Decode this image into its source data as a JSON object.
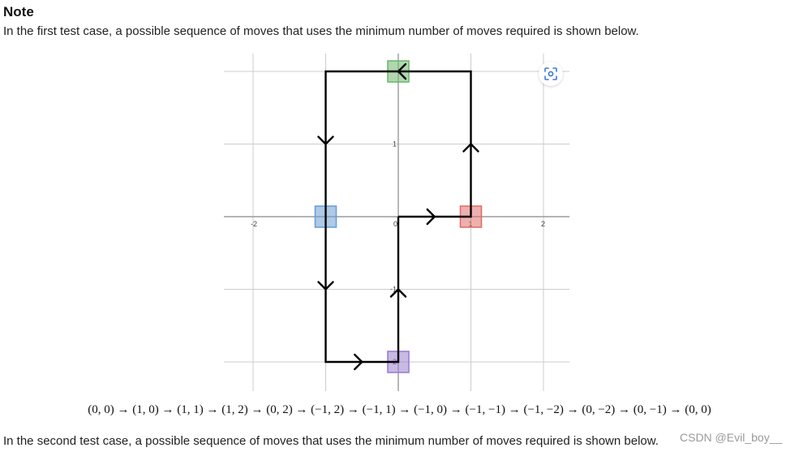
{
  "heading": "Note",
  "intro_text": "In the first test case, a possible sequence of moves that uses the minimum number of moves required is shown below.",
  "outro_text": "In the second test case, a possible sequence of moves that uses the minimum number of moves required is shown below.",
  "watermark": "CSDN @Evil_boy__",
  "sequence_text": "(0, 0) → (1, 0) → (1, 1) → (1, 2) → (0, 2) → (−1, 2) → (−1, 1) → (−1, 0) → (−1, −1) → (−1, −2) → (0, −2) → (0, −1) → (0, 0)",
  "diagram": {
    "tick_labels": {
      "x": [
        "-2",
        "0",
        "1",
        "2"
      ],
      "y": [
        "1",
        "-1",
        "-2"
      ]
    },
    "path": [
      [
        0,
        0
      ],
      [
        1,
        0
      ],
      [
        1,
        1
      ],
      [
        1,
        2
      ],
      [
        0,
        2
      ],
      [
        -1,
        2
      ],
      [
        -1,
        1
      ],
      [
        -1,
        0
      ],
      [
        -1,
        -1
      ],
      [
        -1,
        -2
      ],
      [
        0,
        -2
      ],
      [
        0,
        -1
      ],
      [
        0,
        0
      ]
    ],
    "markers": [
      {
        "x": 1,
        "y": 0,
        "color": "#e0706c"
      },
      {
        "x": 0,
        "y": 2,
        "color": "#6fb86f"
      },
      {
        "x": -1,
        "y": 0,
        "color": "#6a9fd4"
      },
      {
        "x": 0,
        "y": -2,
        "color": "#9a7fd0"
      }
    ],
    "arrows": [
      {
        "x": 0.5,
        "y": 0,
        "dir": "right"
      },
      {
        "x": 1,
        "y": 1,
        "dir": "up"
      },
      {
        "x": 0,
        "y": 2,
        "dir": "left"
      },
      {
        "x": -1,
        "y": 1,
        "dir": "down"
      },
      {
        "x": -1,
        "y": -1,
        "dir": "down"
      },
      {
        "x": -0.5,
        "y": -2,
        "dir": "right"
      },
      {
        "x": 0,
        "y": -1,
        "dir": "up"
      }
    ],
    "grid_color": "#cccccc",
    "path_color": "#000000"
  },
  "lens_icon": "image-search-icon"
}
